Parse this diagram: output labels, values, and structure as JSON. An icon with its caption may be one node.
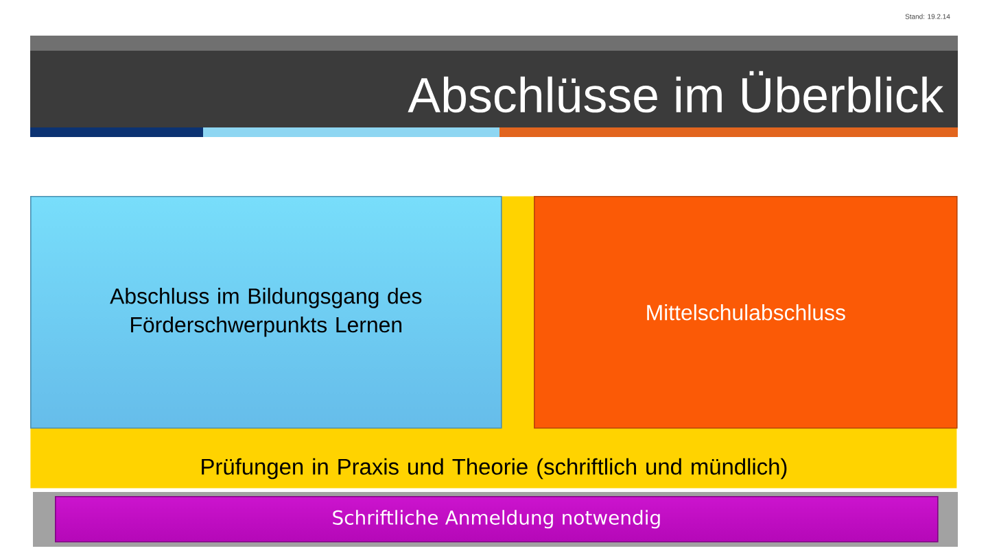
{
  "diagram": {
    "title": "Abschlüsse im Überblick",
    "nodes": [
      {
        "text": [
          "Prüfungen in Praxis und Theorie (schriftlich und mündlich)"
        ]
      },
      {
        "text": [
          "Abschluss im Bildungsgang des Förderschwerpunkts Lernen"
        ],
        "in": 0
      },
      {
        "text": [
          "Mittelschulabschluss"
        ],
        "in": 0
      },
      {
        "text": [
          "Schriftliche Anmeldung notwendig"
        ]
      }
    ],
    "labels": [
      "Stand: 19.2.14"
    ]
  }
}
